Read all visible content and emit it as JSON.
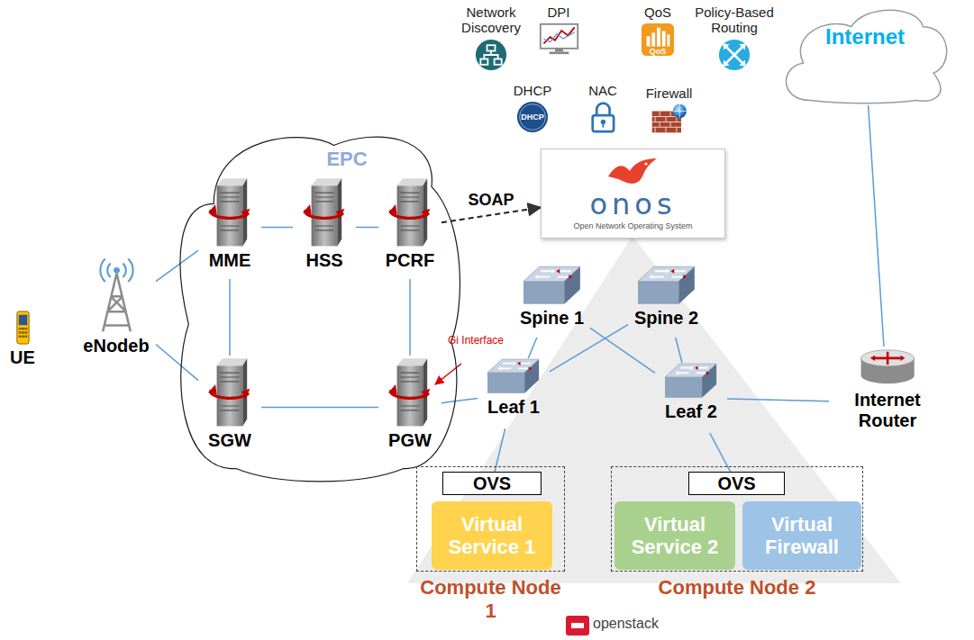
{
  "diagram": {
    "nodes": [
      {
        "text": [
          "UE"
        ]
      },
      {
        "text": [
          "eNodeb"
        ]
      },
      {
        "text": [
          "EPC"
        ]
      },
      {
        "text": [
          "MME"
        ],
        "in": 2
      },
      {
        "text": [
          "HSS"
        ],
        "in": 2
      },
      {
        "text": [
          "PCRF"
        ],
        "in": 2
      },
      {
        "text": [
          "SGW"
        ],
        "in": 2
      },
      {
        "text": [
          "PGW"
        ],
        "in": 2
      },
      {
        "text": [
          "Network Discovery"
        ]
      },
      {
        "text": [
          "DPI"
        ]
      },
      {
        "text": [
          "QoS"
        ]
      },
      {
        "text": [
          "Policy-Based Routing"
        ]
      },
      {
        "text": [
          "DHCP"
        ]
      },
      {
        "text": [
          "NAC"
        ]
      },
      {
        "text": [
          "Firewall"
        ]
      },
      {
        "text": [
          "onos",
          "Open Network Operating System"
        ]
      },
      {
        "text": [
          "Internet"
        ]
      },
      {
        "text": [
          "Spine 1"
        ]
      },
      {
        "text": [
          "Spine 2"
        ]
      },
      {
        "text": [
          "Leaf 1"
        ]
      },
      {
        "text": [
          "Leaf 2"
        ]
      },
      {
        "text": [
          "Internet Router"
        ]
      },
      {
        "text": [
          "Compute Node 1"
        ]
      },
      {
        "text": [
          "OVS"
        ],
        "in": 22
      },
      {
        "text": [
          "Virtual Service 1"
        ],
        "in": 22
      },
      {
        "text": [
          "Compute Node 2"
        ]
      },
      {
        "text": [
          "OVS"
        ],
        "in": 25
      },
      {
        "text": [
          "Virtual Service 2"
        ],
        "in": 25
      },
      {
        "text": [
          "Virtual Firewall"
        ],
        "in": 25
      }
    ],
    "edges": [
      {
        "from": 1,
        "to": 3,
        "arrow": "none"
      },
      {
        "from": 1,
        "to": 6,
        "arrow": "none"
      },
      {
        "from": 3,
        "to": 4,
        "arrow": "none"
      },
      {
        "from": 4,
        "to": 5,
        "arrow": "none"
      },
      {
        "from": 3,
        "to": 6,
        "arrow": "none"
      },
      {
        "from": 6,
        "to": 7,
        "arrow": "none"
      },
      {
        "from": 5,
        "to": 7,
        "arrow": "none"
      },
      {
        "from": 5,
        "to": 15,
        "label": "SOAP",
        "arrow": "to"
      },
      {
        "from": 7,
        "to": 19,
        "arrow": "none"
      },
      {
        "from": 17,
        "to": 19,
        "arrow": "none"
      },
      {
        "from": 17,
        "to": 20,
        "arrow": "none"
      },
      {
        "from": 18,
        "to": 19,
        "arrow": "none"
      },
      {
        "from": 18,
        "to": 20,
        "arrow": "none"
      },
      {
        "from": 19,
        "to": 23,
        "arrow": "none"
      },
      {
        "from": 20,
        "to": 26,
        "arrow": "none"
      },
      {
        "from": 20,
        "to": 21,
        "arrow": "none"
      },
      {
        "from": 21,
        "to": 16,
        "arrow": "none"
      }
    ],
    "labels": [
      "QoS",
      "DHCP",
      "Gi Interface",
      "openstack"
    ]
  }
}
